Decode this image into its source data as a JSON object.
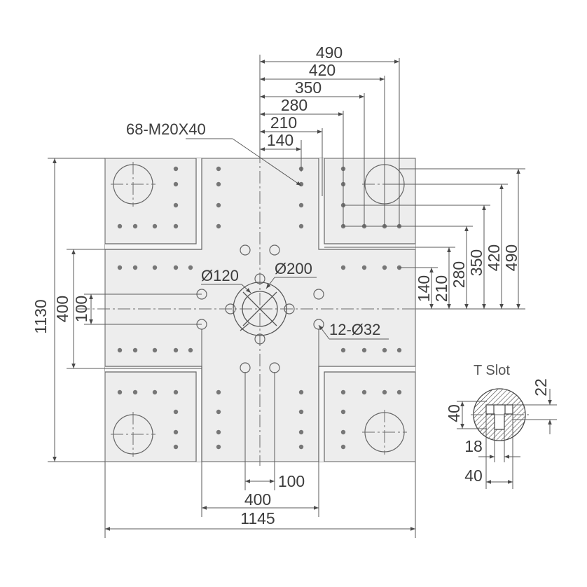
{
  "callouts": {
    "tapped_holes": "68-M20X40",
    "small_bore": "Ø120",
    "large_bore": "Ø200",
    "through_holes": "12-Ø32"
  },
  "top_dims": [
    "490",
    "420",
    "350",
    "280",
    "210",
    "140"
  ],
  "right_dims": [
    "490",
    "420",
    "350",
    "280",
    "210",
    "140"
  ],
  "left_dims": {
    "overall": "1130",
    "outer": "400",
    "inner": "100"
  },
  "bottom_dims": {
    "inner": "100",
    "mid": "400",
    "overall": "1145"
  },
  "tslot": {
    "title": "T Slot",
    "dim_22": "22",
    "dim_40_left": "40",
    "dim_18": "18",
    "dim_40_bottom": "40"
  },
  "colors": {
    "platen_fill": "#ededed",
    "slot_fill": "#f6f6f6",
    "line": "#5a5a5a",
    "hatch": "#4a4a4a"
  }
}
